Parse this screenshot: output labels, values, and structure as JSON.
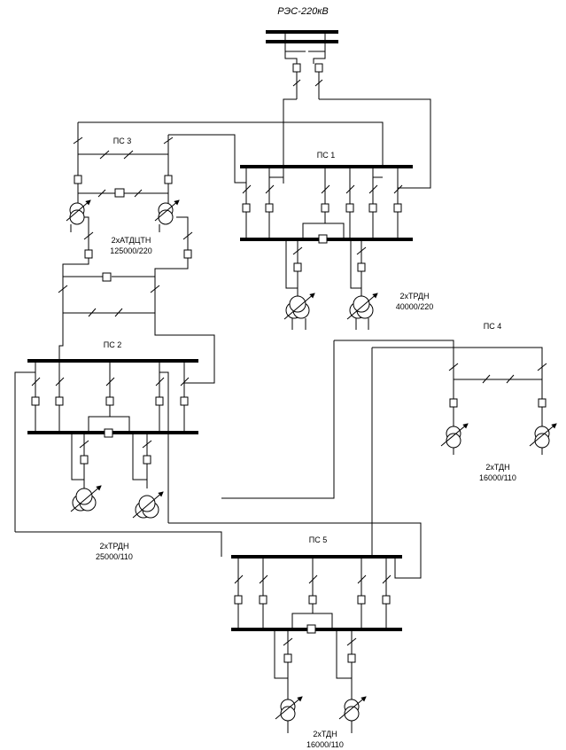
{
  "source": {
    "label": "РЭС-220кВ"
  },
  "substations": {
    "ps1": {
      "name": "ПС 1",
      "transformer": "2хТРДН",
      "rating": "40000/220"
    },
    "ps2": {
      "name": "ПС 2",
      "transformer": "2хТРДН",
      "rating": "25000/110"
    },
    "ps3": {
      "name": "ПС 3",
      "transformer": "2хАТДЦТН",
      "rating": "125000/220"
    },
    "ps4": {
      "name": "ПС 4",
      "transformer": "2хТДН",
      "rating": "16000/110"
    },
    "ps5": {
      "name": "ПС 5",
      "transformer": "2хТДН",
      "rating": "16000/110"
    }
  }
}
